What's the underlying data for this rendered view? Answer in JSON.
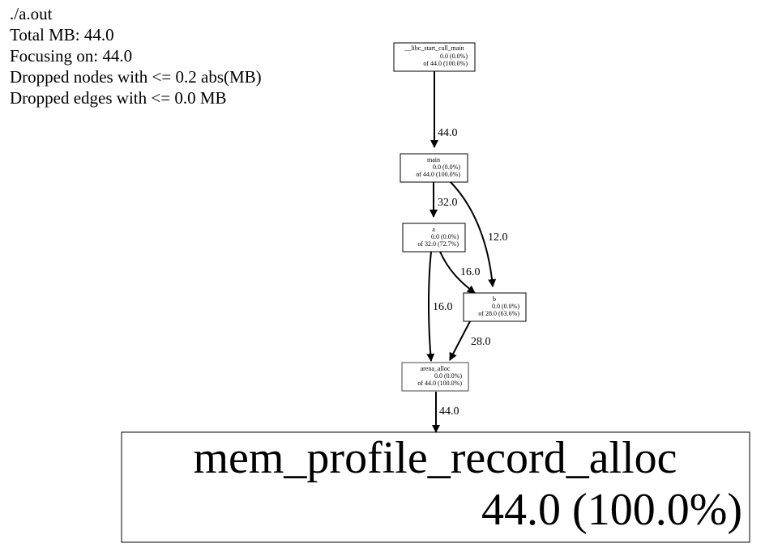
{
  "legend": {
    "program": "./a.out",
    "total": "Total MB: 44.0",
    "focus": "Focusing on: 44.0",
    "dropped_nodes": "Dropped nodes with <= 0.2 abs(MB)",
    "dropped_edges": "Dropped edges with <= 0.0 MB"
  },
  "nodes": {
    "libc_start": {
      "name": "__libc_start_call_main",
      "flat": "0.0 (0.0%)",
      "cum": "of 44.0 (100.0%)"
    },
    "main": {
      "name": "main",
      "flat": "0.0 (0.0%)",
      "cum": "of 44.0 (100.0%)"
    },
    "a": {
      "name": "a",
      "flat": "0.0 (0.0%)",
      "cum": "of 32.0 (72.7%)"
    },
    "b": {
      "name": "b",
      "flat": "0.0 (0.0%)",
      "cum": "of 28.0 (63.6%)"
    },
    "arena_alloc": {
      "name": "arena_alloc",
      "flat": "0.0 (0.0%)",
      "cum": "of 44.0 (100.0%)"
    },
    "mem_profile": {
      "name": "mem_profile_record_alloc",
      "flat": "44.0 (100.0%)"
    }
  },
  "edges": {
    "libc_to_main": "44.0",
    "main_to_a": "32.0",
    "main_to_b": "12.0",
    "a_to_b": "16.0",
    "a_to_arena": "16.0",
    "b_to_arena": "28.0",
    "arena_to_mem": "44.0"
  }
}
